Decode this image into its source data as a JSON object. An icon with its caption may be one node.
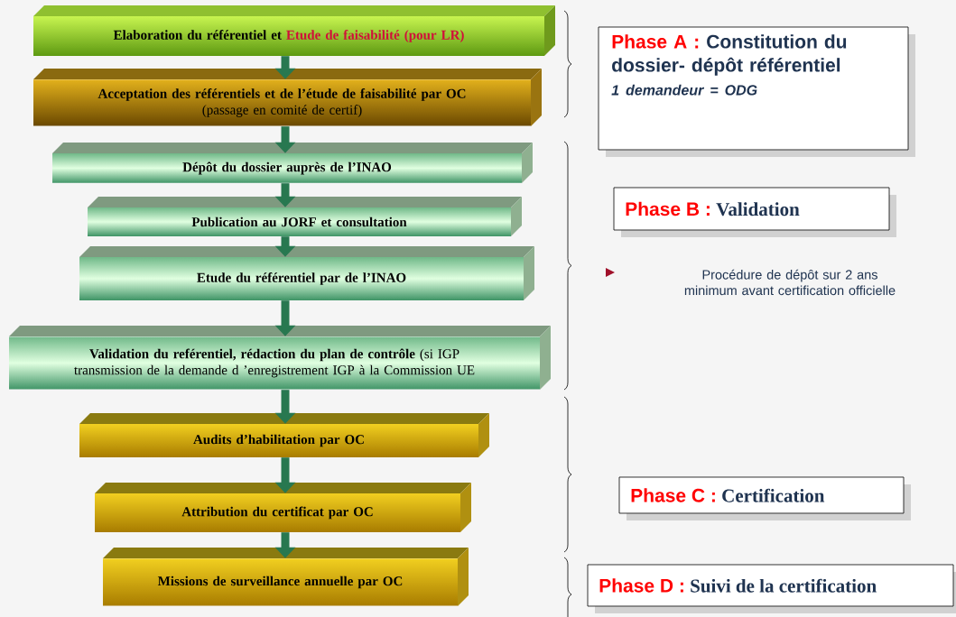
{
  "diagram": {
    "nodes": [
      {
        "text": [
          "Elaboration du  référentiel et",
          "Etude de faisabilité (pour LR)"
        ]
      },
      {
        "text": [
          "Acceptation des référentiels et de l’étude de faisabilité par OC",
          "(passage en comité de certif)"
        ]
      },
      {
        "text": [
          "Dépôt du dossier auprès de  l’INAO"
        ]
      },
      {
        "text": [
          "Publication au JORF et consultation"
        ]
      },
      {
        "text": [
          "Etude du référentiel par de l’INAO"
        ]
      },
      {
        "text": [
          "**Validation du reférentiel, rédaction du plan de contrôle** (si IGP transmission de la demande d ’enregistrement  IGP à la Commission UE"
        ]
      },
      {
        "text": [
          "Audits d’habilitation par OC"
        ]
      },
      {
        "text": [
          "Attribution du certificat  par OC"
        ]
      },
      {
        "text": [
          "Missions de surveillance annuelle par OC"
        ]
      },
      {
        "text": [
          "Phase A :",
          "Constitution du dossier- dépôt référentiel",
          "1 demandeur = ODG"
        ]
      },
      {
        "text": [
          "Phase B :",
          "Validation"
        ]
      },
      {
        "text": [
          "Phase C :",
          "Certification"
        ]
      },
      {
        "text": [
          "Phase D :",
          "Suivi de la certification"
        ]
      }
    ],
    "edges": [
      {
        "from": 0,
        "to": 1,
        "arrow": "to"
      },
      {
        "from": 1,
        "to": 2,
        "arrow": "to"
      },
      {
        "from": 2,
        "to": 3,
        "arrow": "to"
      },
      {
        "from": 3,
        "to": 4,
        "arrow": "to"
      },
      {
        "from": 4,
        "to": 5,
        "arrow": "to"
      },
      {
        "from": 5,
        "to": 6,
        "arrow": "to"
      },
      {
        "from": 6,
        "to": 7,
        "arrow": "to"
      },
      {
        "from": 7,
        "to": 8,
        "arrow": "to"
      }
    ],
    "labels": [
      "Procédure de dépôt sur 2 ans minimum avant certification officielle"
    ]
  }
}
